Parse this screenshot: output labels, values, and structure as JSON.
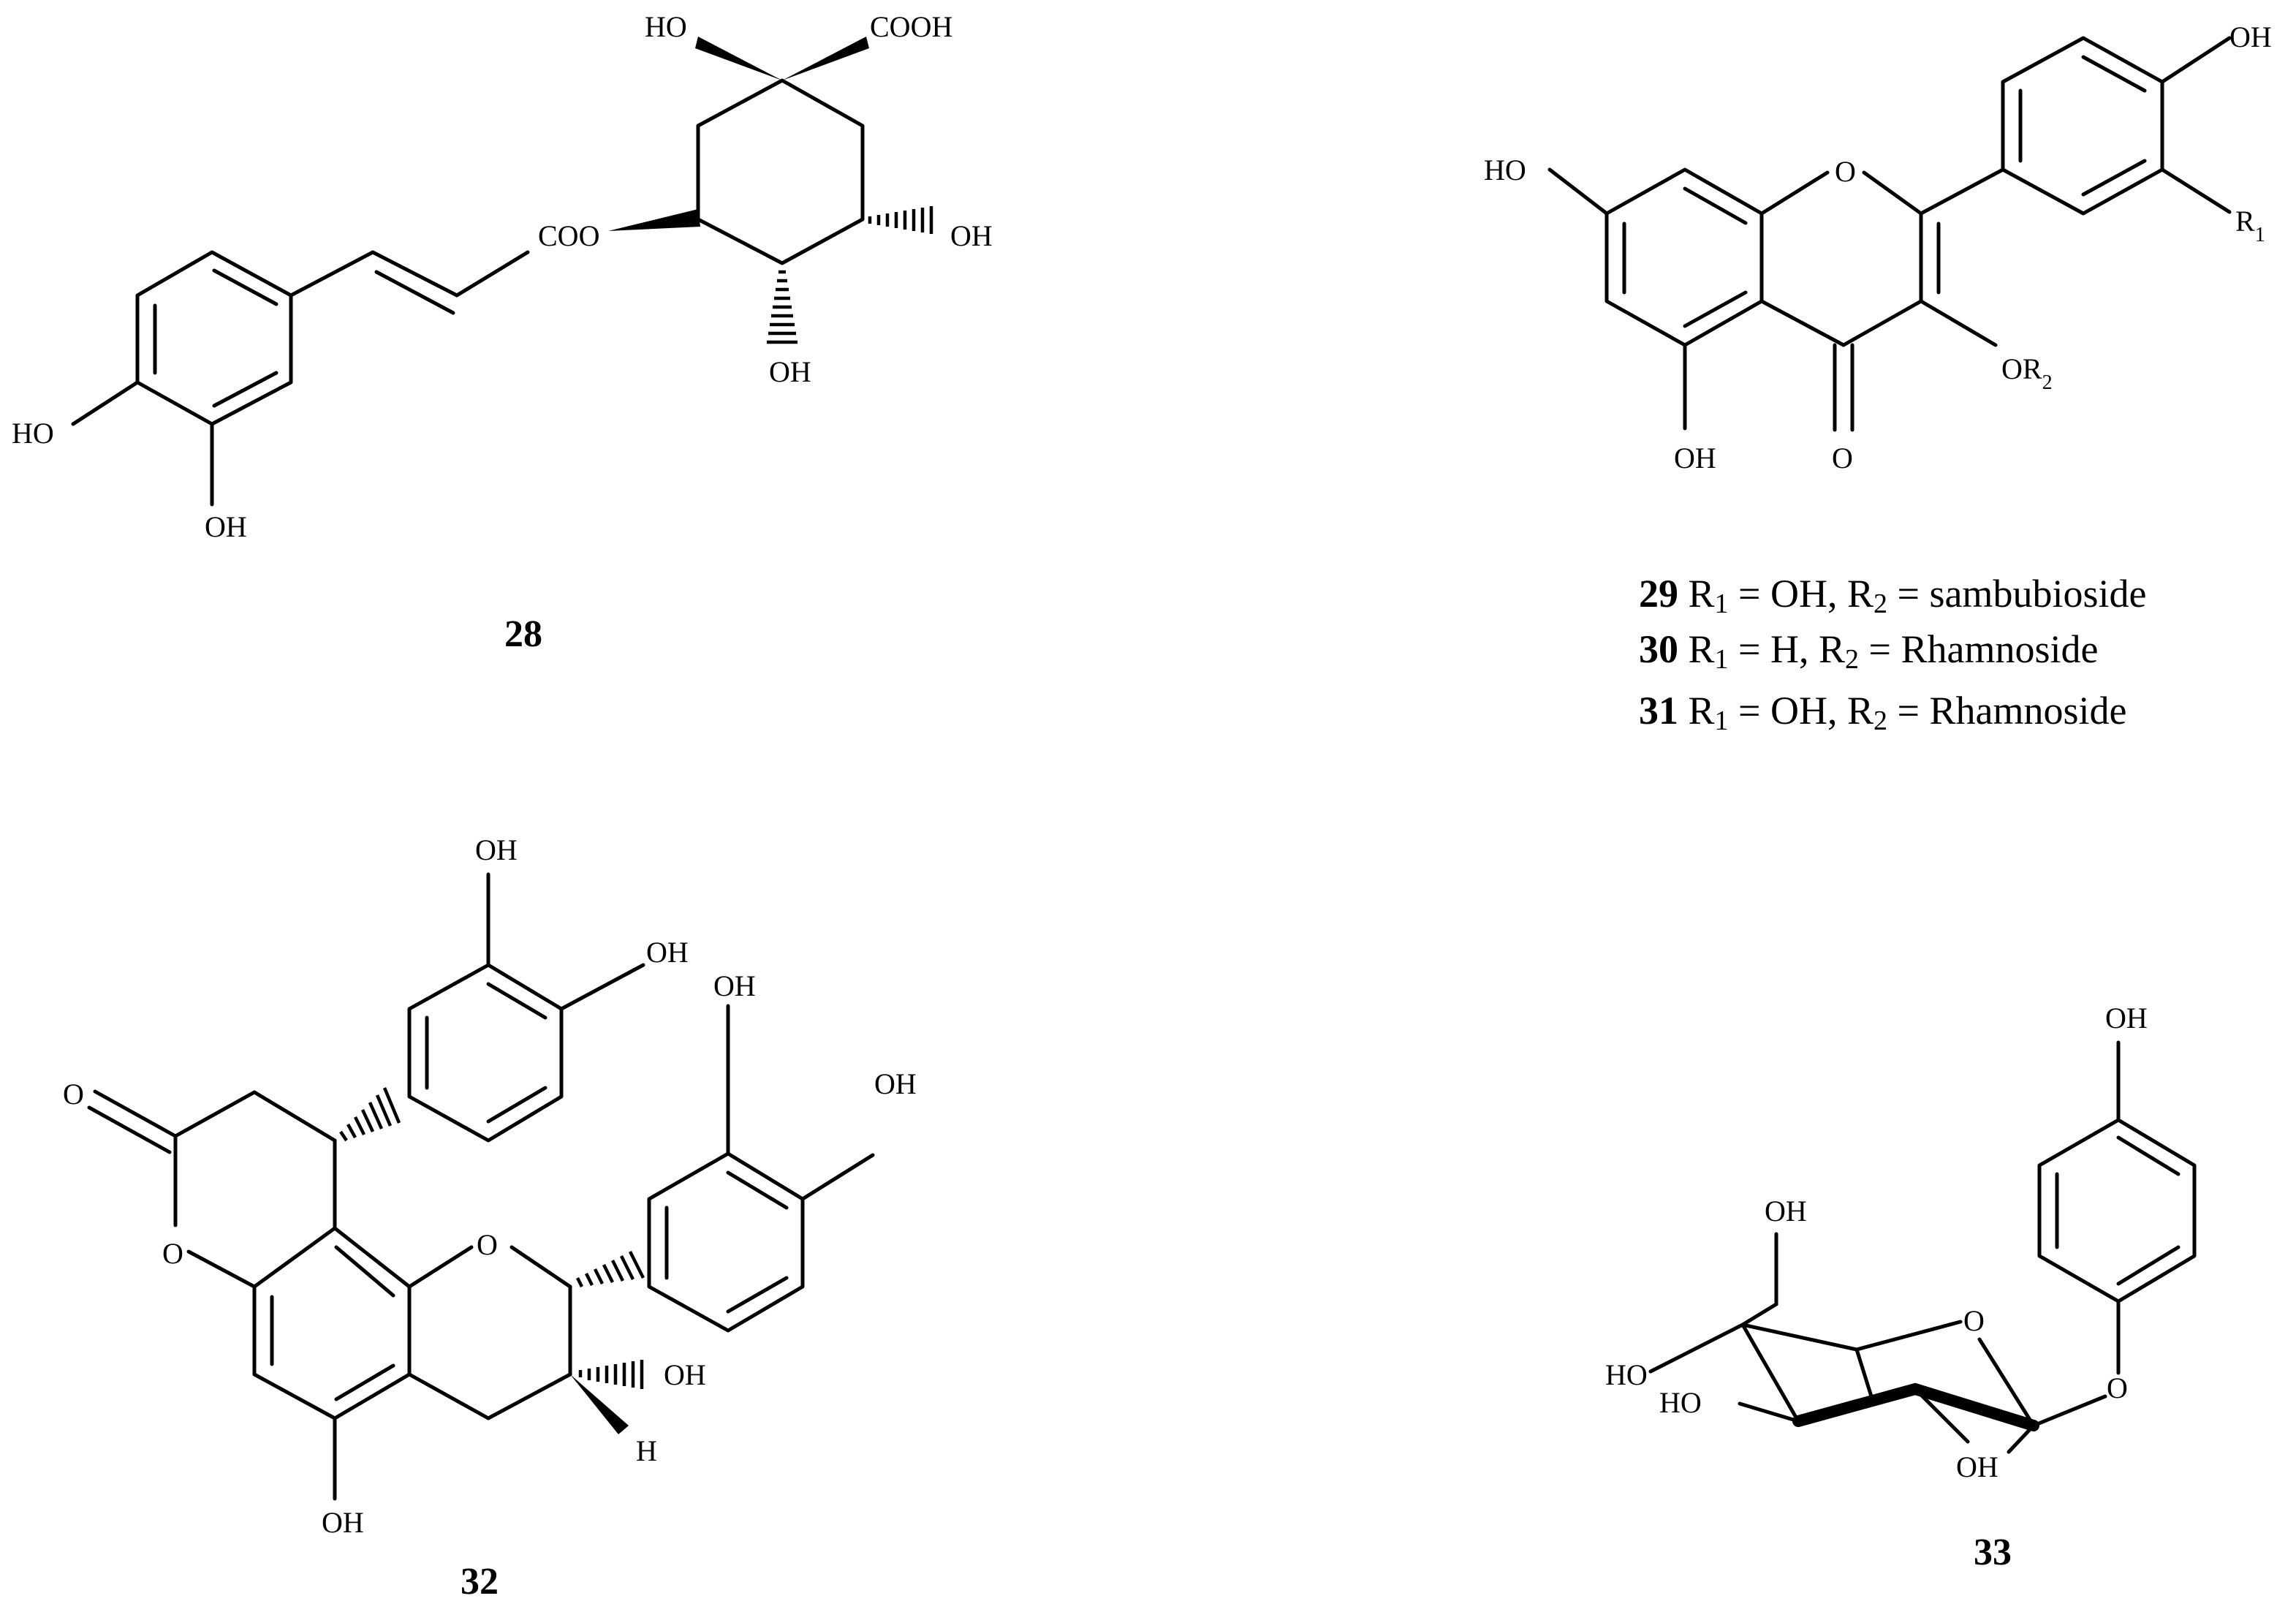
{
  "labels": {
    "oh": "OH",
    "ho": "HO",
    "cooh": "COOH",
    "coo": "COO",
    "o": "O",
    "h": "H",
    "r": "R",
    "or": "OR",
    "one": "1",
    "two": "2"
  },
  "compounds": {
    "c28": {
      "id": "28"
    },
    "c32": {
      "id": "32"
    },
    "c33": {
      "id": "33"
    }
  },
  "legend": [
    {
      "id": "29",
      "r1_sub": "1",
      "r1_pre": " R",
      "r1_val": " = OH, R",
      "r2_sub": "2",
      "r2_val": " = sambubioside"
    },
    {
      "id": "30",
      "r1_sub": "1",
      "r1_pre": " R",
      "r1_val": " = H, R",
      "r2_sub": "2",
      "r2_val": " = Rhamnoside"
    },
    {
      "id": "31",
      "r1_sub": "1",
      "r1_pre": " R",
      "r1_val": " = OH, R",
      "r2_sub": "2",
      "r2_val": " = Rhamnoside"
    }
  ]
}
